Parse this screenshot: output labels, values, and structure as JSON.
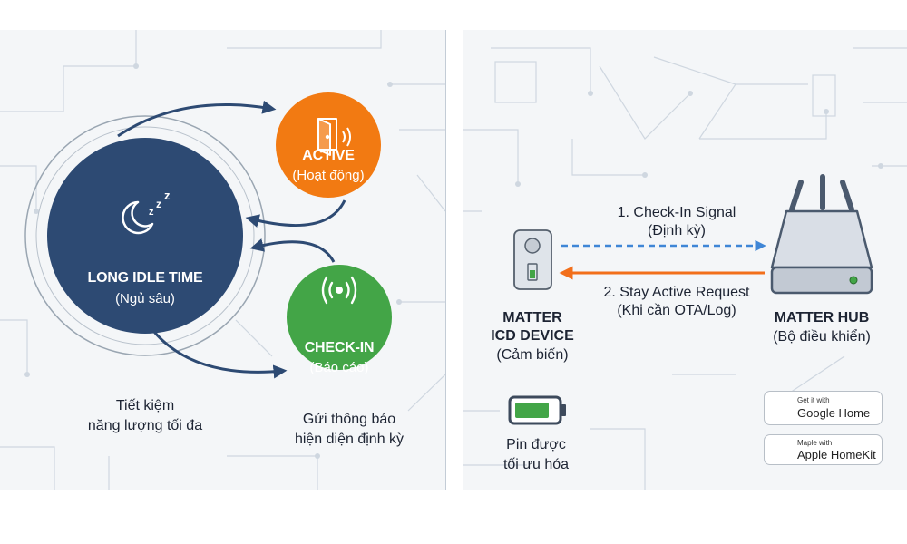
{
  "left_panel": {
    "sleep": {
      "title": "LONG IDLE TIME",
      "subtitle": "(Ngủ sâu)",
      "icon": "moon-zzz-icon",
      "color": "#2d4a73"
    },
    "active": {
      "title": "ACTIVE",
      "subtitle": "(Hoạt động)",
      "icon": "door-sound-icon",
      "color": "#f27a12"
    },
    "checkin": {
      "title": "CHECK-IN",
      "subtitle": "(Báo cáo)",
      "icon": "broadcast-icon",
      "color": "#43a547"
    },
    "caption_left": [
      "Tiết kiệm",
      "năng lượng tối đa"
    ],
    "caption_right": [
      "Gửi thông báo",
      "hiện diện định kỳ"
    ]
  },
  "right_panel": {
    "signal1": {
      "label": "1. Check-In Signal",
      "sub": "(Định kỳ)",
      "color": "#3f86d6"
    },
    "signal2": {
      "label": "2. Stay Active Request",
      "sub": "(Khi cần OTA/Log)",
      "color": "#f26f1b"
    },
    "device": {
      "line1": "MATTER",
      "line2": "ICD DEVICE",
      "sub": "(Cảm biến)"
    },
    "hub": {
      "line1": "MATTER HUB",
      "sub": "(Bộ điều khiển)"
    },
    "battery": {
      "line1": "Pin được",
      "line2": "tối ưu hóa",
      "color": "#43a547"
    },
    "badges": {
      "google": {
        "small": "Get it with",
        "main": "Google Home"
      },
      "apple": {
        "small": "Maple with",
        "main": "Apple HomeKit"
      }
    }
  }
}
